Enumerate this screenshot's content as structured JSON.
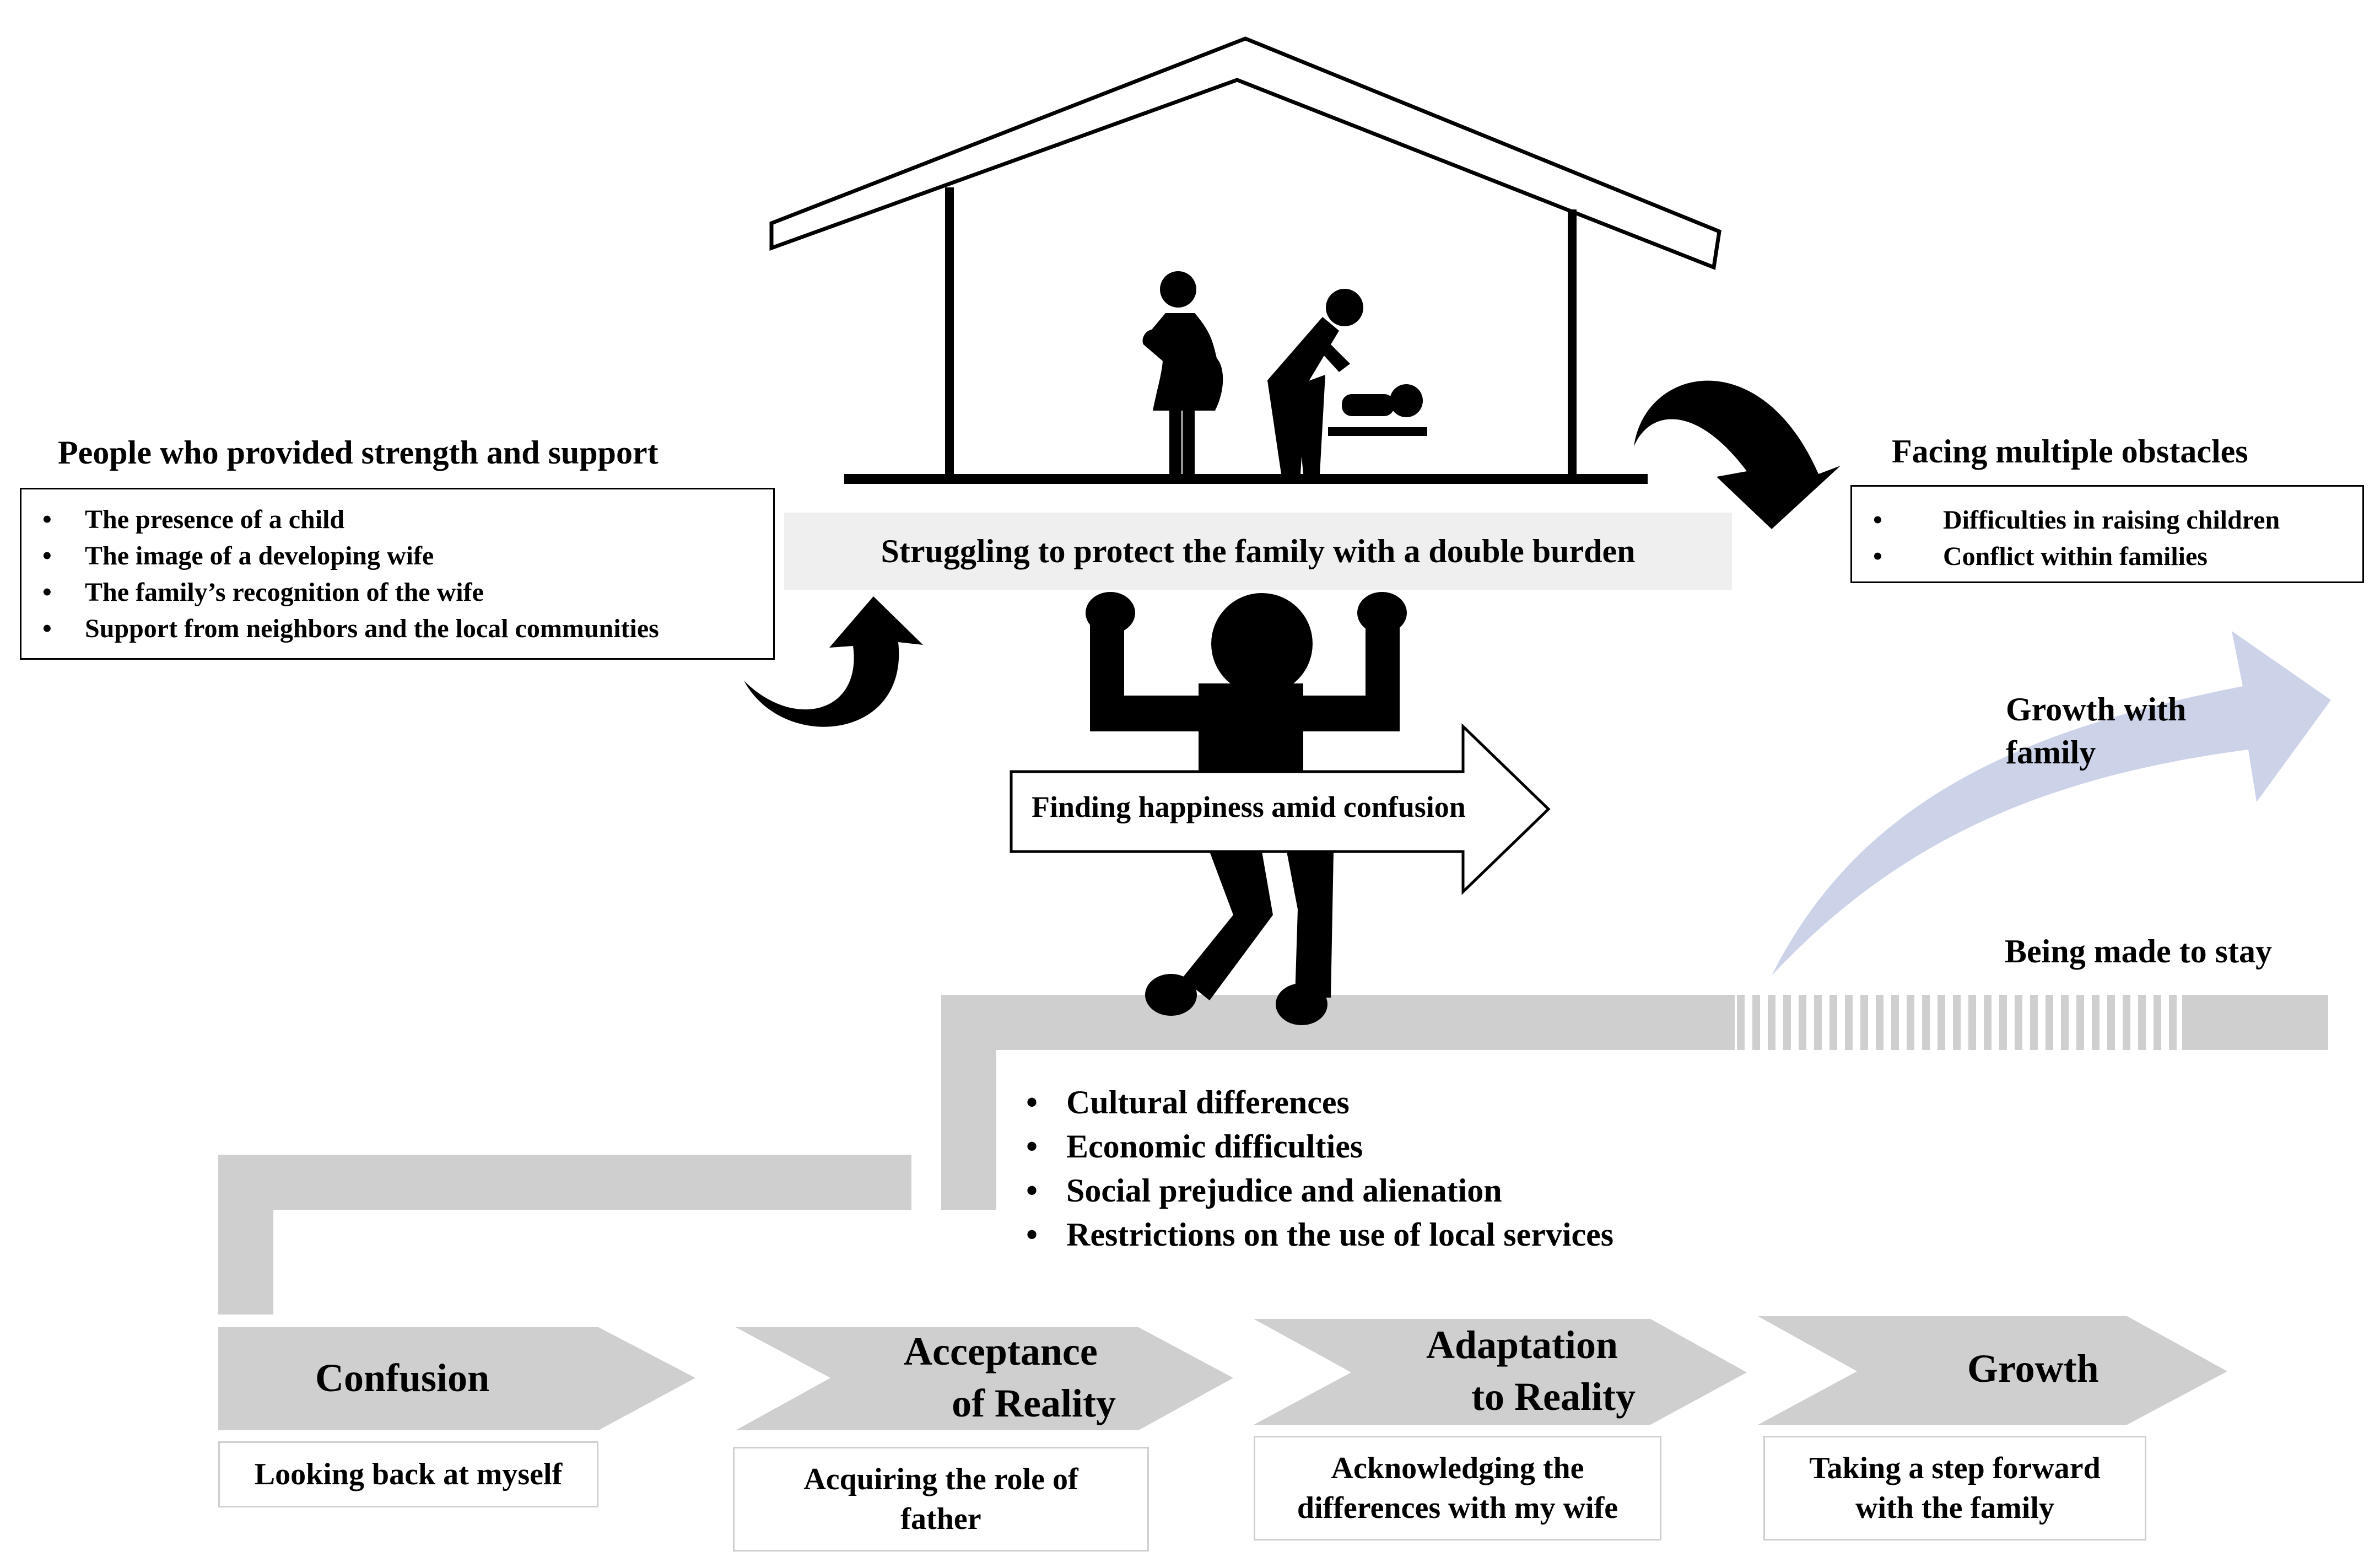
{
  "support": {
    "heading": "People who provided strength and support",
    "items": [
      "The presence of  a child",
      "The image of a developing wife",
      "The family’s recognition of the wife",
      "Support from neighbors and the local communities"
    ]
  },
  "center": {
    "title": "Struggling to protect the family with a double burden",
    "arrow_label": "Finding happiness amid confusion"
  },
  "obstacles": {
    "heading": "Facing multiple obstacles",
    "items": [
      "Difficulties in raising children",
      "Conflict within families"
    ]
  },
  "growth_arrow_label": {
    "line1": "Growth with",
    "line2": "family"
  },
  "staying_label": "Being made to stay",
  "barriers": [
    "Cultural differences",
    "Economic difficulties",
    "Social prejudice and alienation",
    "Restrictions on the use of local services"
  ],
  "stages": [
    {
      "name": "Confusion",
      "desc": "Looking back at myself"
    },
    {
      "name_line1": "Acceptance",
      "name_line2": "of Reality",
      "desc_line1": "Acquiring the role of",
      "desc_line2": "father"
    },
    {
      "name_line1": "Adaptation",
      "name_line2": "to Reality",
      "desc_line1": "Acknowledging the",
      "desc_line2": "differences with my wife"
    },
    {
      "name": "Growth",
      "desc_line1": "Taking a step forward",
      "desc_line2": "with the family"
    }
  ],
  "colors": {
    "gray_path": "#cfcfcf",
    "growth_arrow": "#ccd2e8",
    "figure": "#000000",
    "band": "#efefef"
  },
  "icons": [
    "house-icon",
    "pregnant-woman-icon",
    "father-changing-baby-icon",
    "person-lifting-house-icon",
    "curved-arrow-icon"
  ]
}
